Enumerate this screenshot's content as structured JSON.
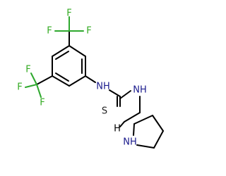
{
  "atoms": {
    "f1": "F",
    "f2": "F",
    "f3": "F",
    "f4": "F",
    "f5": "F",
    "f6": "F",
    "nh_amide": "NH",
    "s": "S",
    "nh_thio": "NH",
    "nh_ring": "NH",
    "stereo_h": "H"
  },
  "colors": {
    "fluorine": "#33aa22",
    "nitrogen": "#1a1a8c",
    "sulfur": "#222222",
    "bond": "#000000"
  }
}
